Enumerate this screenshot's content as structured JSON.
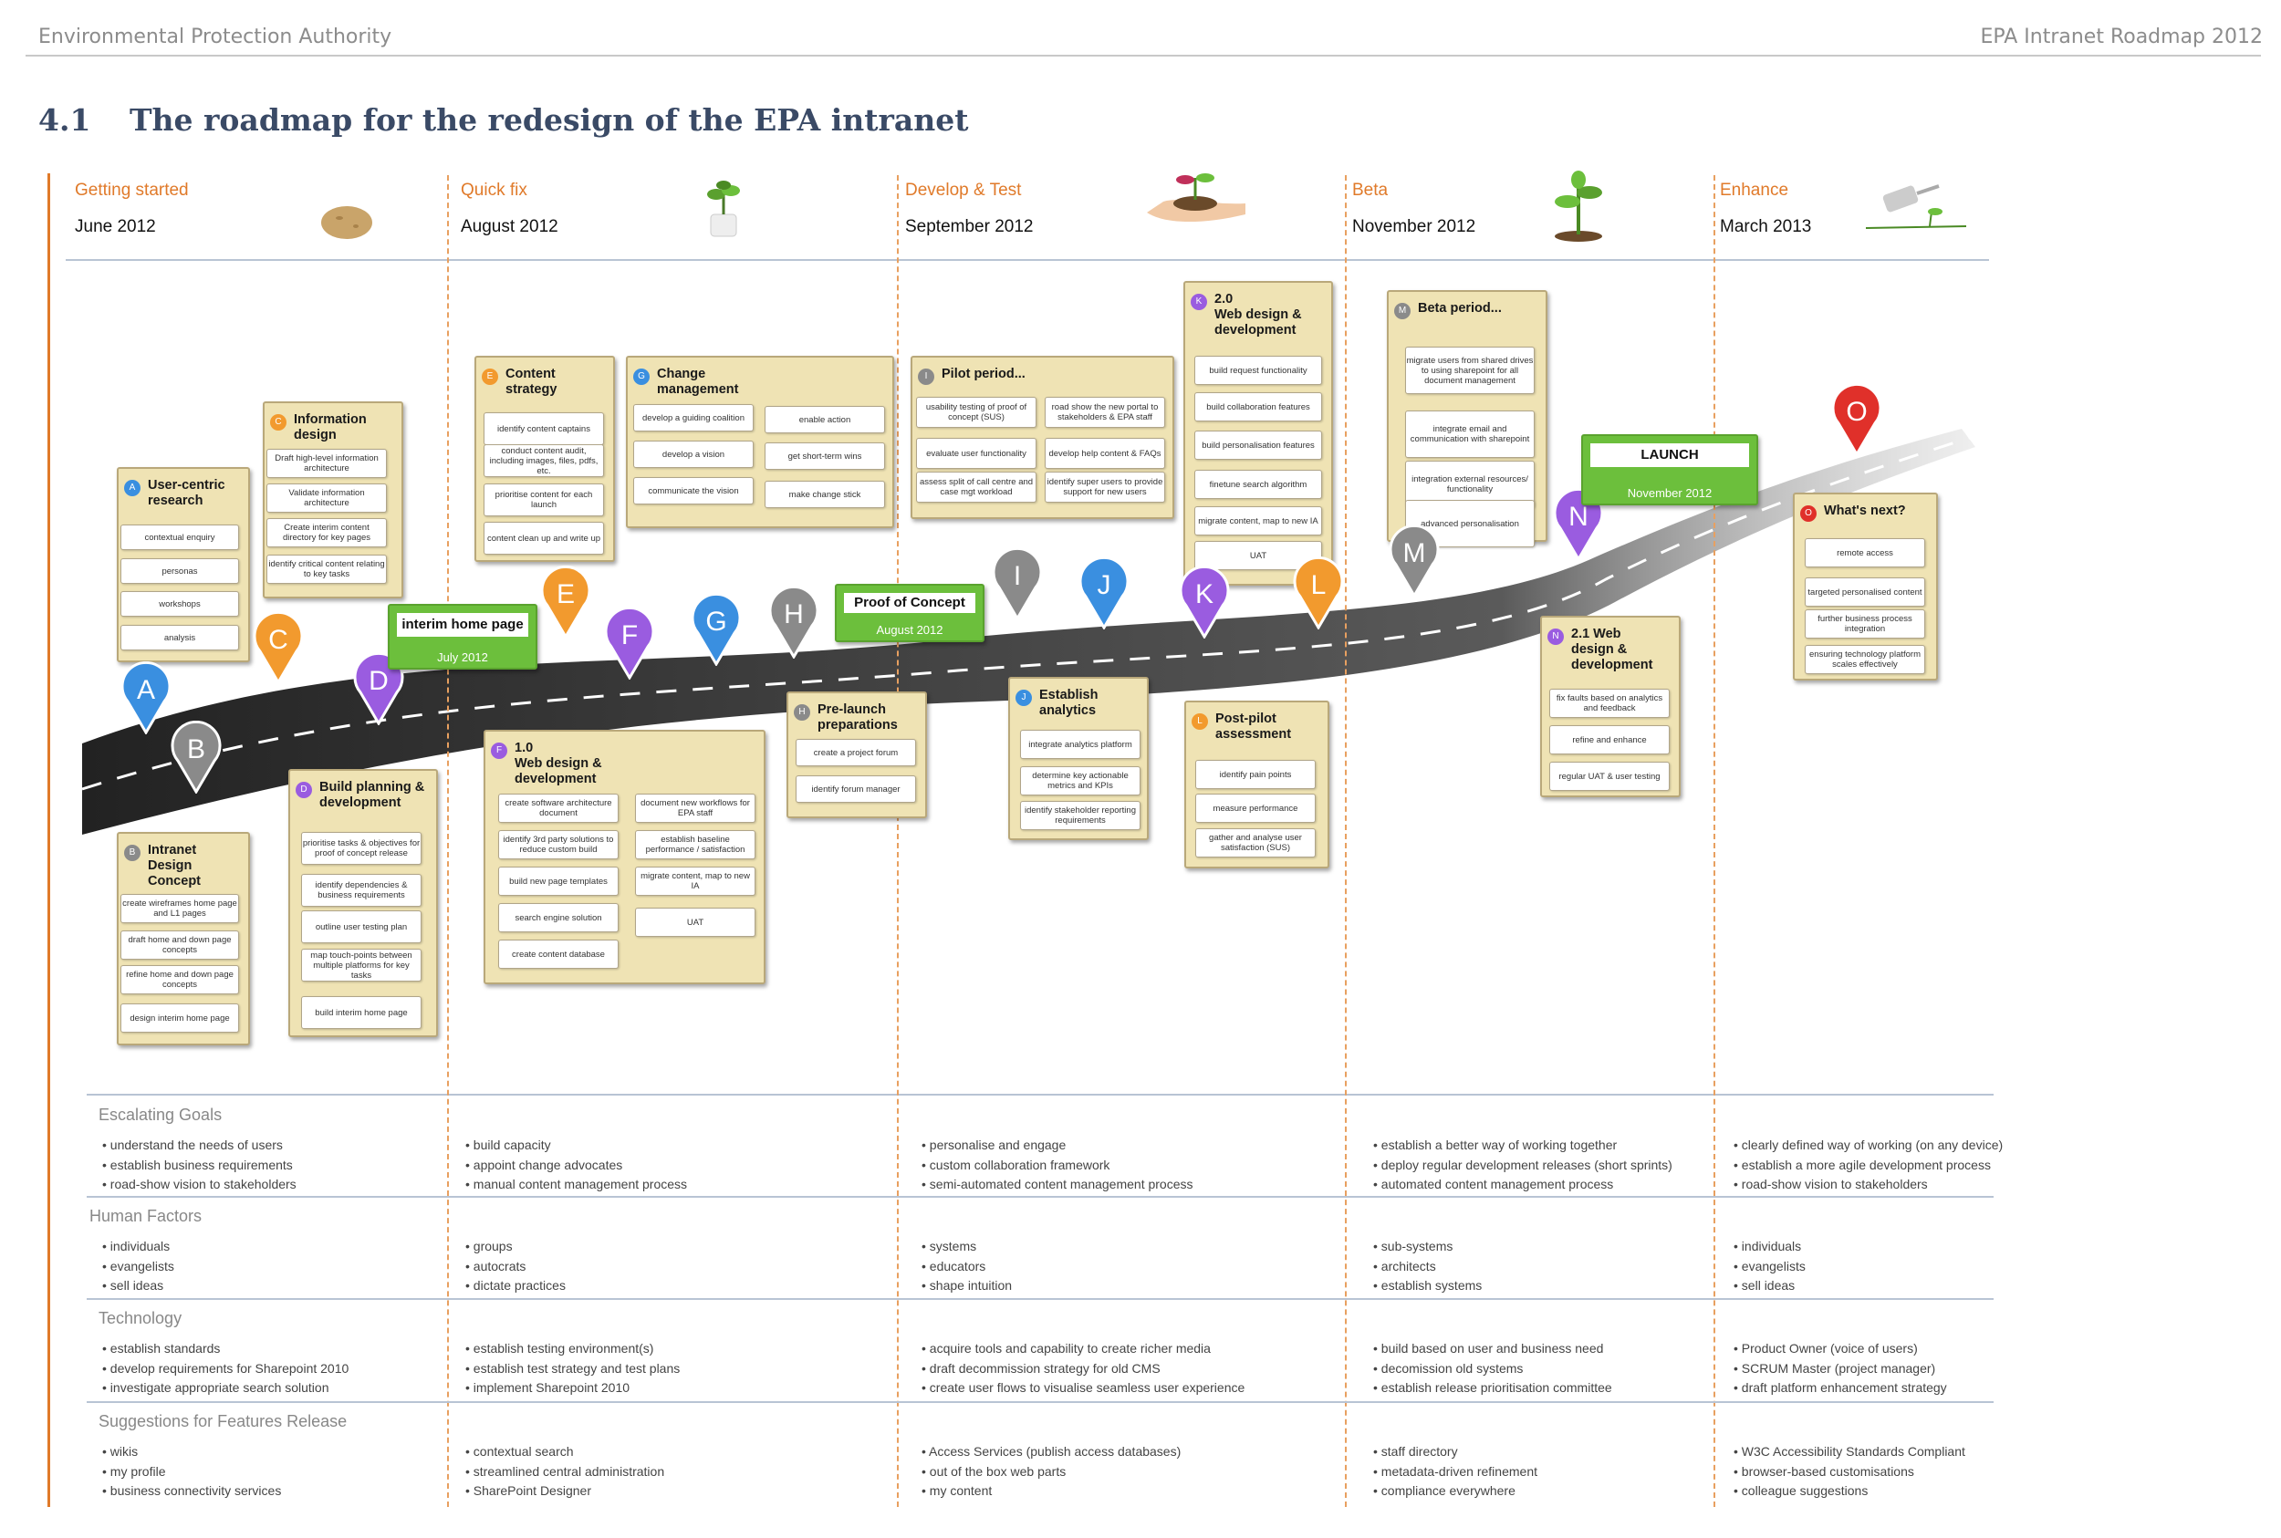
{
  "header": {
    "org": "Environmental Protection Authority",
    "doc": "EPA Intranet Roadmap 2012"
  },
  "section": {
    "number": "4.1",
    "title": "The roadmap for the redesign of the EPA intranet"
  },
  "phases": [
    {
      "name": "Getting started",
      "date": "June 2012",
      "icon": "potato-icon"
    },
    {
      "name": "Quick fix",
      "date": "August 2012",
      "icon": "potted-plant-icon"
    },
    {
      "name": "Develop & Test",
      "date": "September 2012",
      "icon": "seedling-in-hand-icon"
    },
    {
      "name": "Beta",
      "date": "November 2012",
      "icon": "sprout-icon"
    },
    {
      "name": "Enhance",
      "date": "March 2013",
      "icon": "watering-can-icon"
    }
  ],
  "colors": {
    "accent": "#e07a2a",
    "card": "#efe3b4",
    "road": "#3a3a3a",
    "blue": "#3a8fe0",
    "grey": "#8a8a8a",
    "orange": "#f29a2e",
    "purple": "#9a5ce0",
    "red": "#e0302a",
    "green": "#6cbf3c"
  },
  "markers": [
    {
      "letter": "A",
      "color": "blue"
    },
    {
      "letter": "B",
      "color": "grey"
    },
    {
      "letter": "C",
      "color": "orange"
    },
    {
      "letter": "D",
      "color": "purple"
    },
    {
      "letter": "E",
      "color": "orange"
    },
    {
      "letter": "F",
      "color": "purple"
    },
    {
      "letter": "G",
      "color": "blue"
    },
    {
      "letter": "H",
      "color": "grey"
    },
    {
      "letter": "I",
      "color": "grey"
    },
    {
      "letter": "J",
      "color": "blue"
    },
    {
      "letter": "K",
      "color": "purple"
    },
    {
      "letter": "L",
      "color": "orange"
    },
    {
      "letter": "M",
      "color": "grey"
    },
    {
      "letter": "N",
      "color": "purple"
    },
    {
      "letter": "O",
      "color": "red"
    }
  ],
  "milestones": [
    {
      "title": "interim home page",
      "date": "July 2012"
    },
    {
      "title": "Proof of Concept",
      "date": "August 2012"
    },
    {
      "title": "LAUNCH",
      "date": "November 2012"
    }
  ],
  "cards": [
    {
      "letter": "A",
      "title": "User-centric\nresearch",
      "tasks": [
        "contextual enquiry",
        "personas",
        "workshops",
        "analysis"
      ]
    },
    {
      "letter": "B",
      "title": "Intranet Design\nConcept",
      "tasks": [
        "create wireframes home page and L1 pages",
        "draft home and down page concepts",
        "refine home and down page concepts",
        "design interim home page"
      ]
    },
    {
      "letter": "C",
      "title": "Information\ndesign",
      "tasks": [
        "Draft high-level information architecture",
        "Validate information architecture",
        "Create interim content directory for key pages",
        "identify critical content relating to  key tasks"
      ]
    },
    {
      "letter": "D",
      "title": "Build planning &\ndevelopment",
      "tasks": [
        "prioritise tasks & objectives for proof of concept release",
        "identify dependencies & business requirements",
        "outline user testing plan",
        "map touch-points between multiple platforms for key tasks",
        "build interim home page"
      ]
    },
    {
      "letter": "E",
      "title": "Content\nstrategy",
      "tasks": [
        "identify content captains",
        "conduct content audit, including images, files, pdfs, etc.",
        "prioritise content for each launch",
        "content clean up and write up"
      ]
    },
    {
      "letter": "F",
      "title": "1.0\nWeb design &\ndevelopment",
      "tasks": [
        "create software architecture document",
        "identify 3rd party solutions to reduce custom build",
        "build new page templates",
        "search engine solution",
        "create content database",
        "document new workflows for EPA staff",
        "establish baseline performance / satisfaction",
        "migrate content, map to new IA",
        "UAT"
      ]
    },
    {
      "letter": "G",
      "title": "Change\nmanagement",
      "tasks": [
        "develop a guiding coalition",
        "develop a vision",
        "communicate the vision",
        "enable action",
        "get short-term wins",
        "make change stick"
      ]
    },
    {
      "letter": "H",
      "title": "Pre-launch\npreparations",
      "tasks": [
        "create a project forum",
        "identify forum manager"
      ]
    },
    {
      "letter": "I",
      "title": "Pilot period...",
      "tasks": [
        "usability testing of proof of concept (SUS)",
        "evaluate user functionality",
        "assess split of call centre and case mgt workload",
        "road show the new portal to stakeholders & EPA staff",
        "develop help content & FAQs",
        "identify super users to provide support for new users"
      ]
    },
    {
      "letter": "J",
      "title": "Establish\nanalytics",
      "tasks": [
        "integrate analytics platform",
        "determine key actionable metrics and KPIs",
        "identify stakeholder reporting requirements"
      ]
    },
    {
      "letter": "K",
      "title": "2.0\nWeb design &\ndevelopment",
      "tasks": [
        "build request functionality",
        "build collaboration features",
        "build personalisation features",
        "finetune search algorithm",
        "migrate content, map to new IA",
        "UAT"
      ]
    },
    {
      "letter": "L",
      "title": "Post-pilot\nassessment",
      "tasks": [
        "identify pain points",
        "measure performance",
        "gather and analyse user satisfaction (SUS)"
      ]
    },
    {
      "letter": "M",
      "title": "Beta period...",
      "tasks": [
        "migrate users from shared drives to using sharepoint for all document management",
        "integrate email and communication with sharepoint",
        "integration external resources/ functionality",
        "advanced personalisation"
      ]
    },
    {
      "letter": "N",
      "title": "2.1 Web\ndesign &\ndevelopment",
      "tasks": [
        "fix faults based on analytics and feedback",
        "refine and enhance",
        "regular UAT & user testing"
      ]
    },
    {
      "letter": "O",
      "title": "What's next?",
      "tasks": [
        "remote access",
        "targeted personalised content",
        "further business process integration",
        "ensuring technology platform scales effectively"
      ]
    }
  ],
  "rows": [
    {
      "label": "Escalating Goals",
      "cols": [
        [
          "understand the needs of users",
          "establish business requirements",
          "road-show vision to stakeholders"
        ],
        [
          "build capacity",
          "appoint change advocates",
          "manual content management process"
        ],
        [
          "personalise and engage",
          "custom collaboration framework",
          "semi-automated content management process"
        ],
        [
          "establish a better way of working together",
          "deploy regular development releases (short sprints)",
          "automated content management process"
        ],
        [
          "clearly defined way of working (on any device)",
          "establish a more agile development process",
          "road-show vision to stakeholders"
        ]
      ]
    },
    {
      "label": "Human Factors",
      "cols": [
        [
          "individuals",
          "evangelists",
          "sell ideas"
        ],
        [
          "groups",
          "autocrats",
          "dictate practices"
        ],
        [
          "systems",
          "educators",
          "shape intuition"
        ],
        [
          "sub-systems",
          "architects",
          "establish systems"
        ],
        [
          "individuals",
          "evangelists",
          "sell ideas"
        ]
      ]
    },
    {
      "label": "Technology",
      "cols": [
        [
          "establish standards",
          "develop requirements for Sharepoint 2010",
          "investigate appropriate search solution"
        ],
        [
          "establish testing environment(s)",
          "establish test strategy and test plans",
          "implement Sharepoint 2010"
        ],
        [
          "acquire tools and capability to create richer media",
          "draft decommission strategy for old CMS",
          "create user flows to visualise seamless user experience"
        ],
        [
          "build based on user and business need",
          "decomission old systems",
          "establish release prioritisation committee"
        ],
        [
          "Product Owner (voice of users)",
          "SCRUM Master (project manager)",
          "draft platform enhancement strategy"
        ]
      ]
    },
    {
      "label": "Suggestions for Features Release",
      "cols": [
        [
          "wikis",
          "my profile",
          "business connectivity services"
        ],
        [
          "contextual search",
          "streamlined central administration",
          "SharePoint Designer"
        ],
        [
          "Access Services (publish access databases)",
          "out of the box web parts",
          "my content"
        ],
        [
          "staff directory",
          "metadata-driven refinement",
          "compliance everywhere"
        ],
        [
          "W3C Accessibility Standards Compliant",
          "browser-based customisations",
          "colleague suggestions"
        ]
      ]
    }
  ]
}
